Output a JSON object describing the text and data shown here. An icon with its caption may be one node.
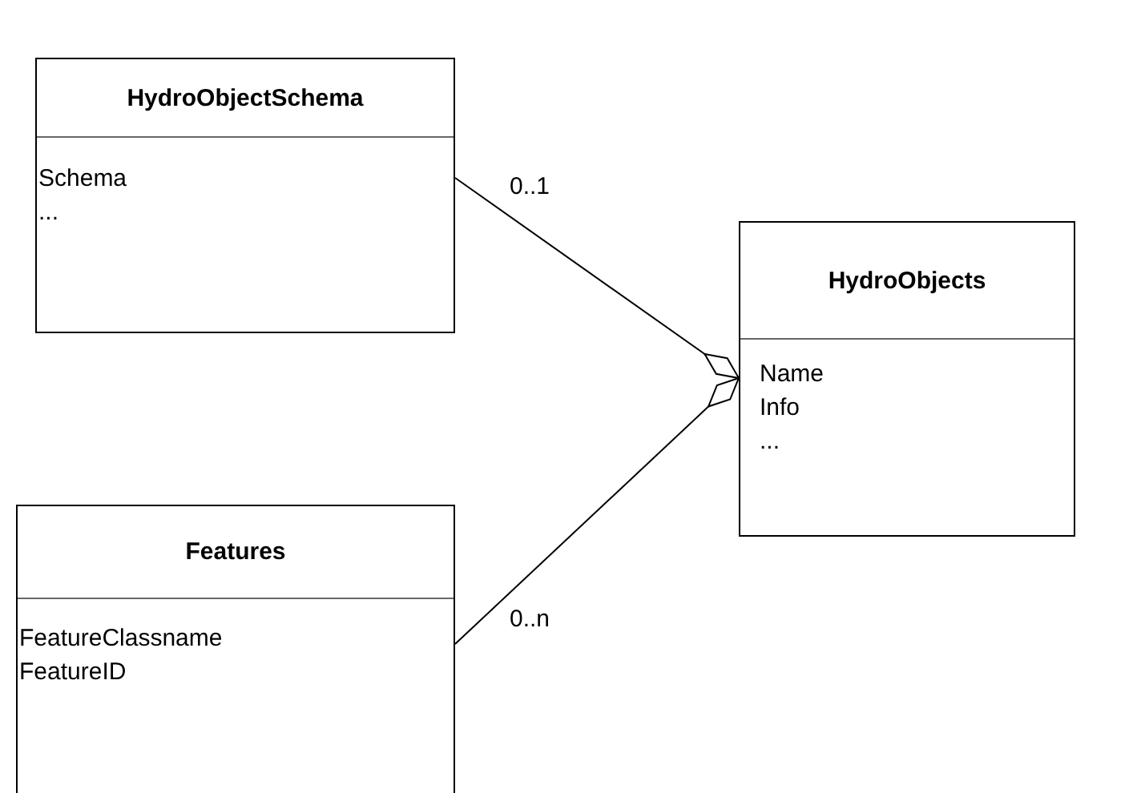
{
  "diagram": {
    "nodes": [
      {
        "text": [
          "HydroObjectSchema",
          "Schema ..."
        ]
      },
      {
        "text": [
          "HydroObjects",
          "Name Info ..."
        ]
      },
      {
        "text": [
          "Features",
          "FeatureClassname FeatureID"
        ]
      }
    ],
    "edges": [
      {
        "from": 0,
        "to": 1,
        "arrow": "other",
        "label": "0..1"
      },
      {
        "from": 2,
        "to": 1,
        "arrow": "other",
        "label": "0..n"
      }
    ]
  }
}
